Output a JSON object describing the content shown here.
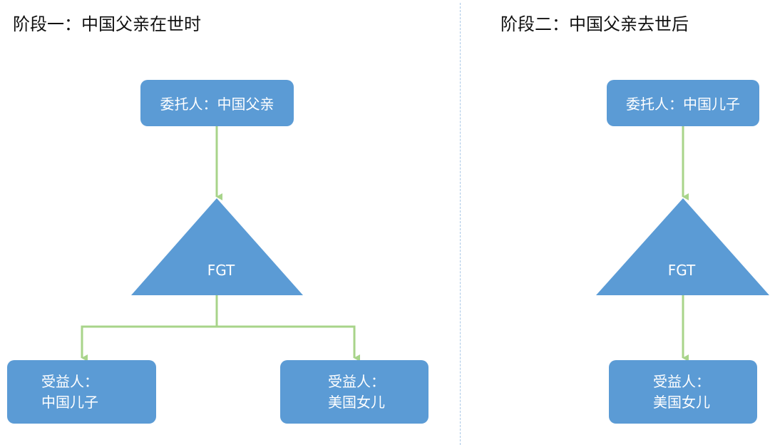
{
  "colors": {
    "node": "#5b9bd5",
    "connector": "#a8d48a",
    "divider": "#a9c8e6",
    "text": "#111111"
  },
  "stages": [
    {
      "title": "阶段一：中国父亲在世时",
      "settlor": {
        "label": "委托人：中国父亲"
      },
      "trust": {
        "label": "FGT"
      },
      "beneficiaries": [
        {
          "line1": "受益人：",
          "line2": "中国儿子"
        },
        {
          "line1": "受益人：",
          "line2": "美国女儿"
        }
      ]
    },
    {
      "title": "阶段二：中国父亲去世后",
      "settlor": {
        "label": "委托人：中国儿子"
      },
      "trust": {
        "label": "FGT"
      },
      "beneficiaries": [
        {
          "line1": "受益人：",
          "line2": "美国女儿"
        }
      ]
    }
  ]
}
